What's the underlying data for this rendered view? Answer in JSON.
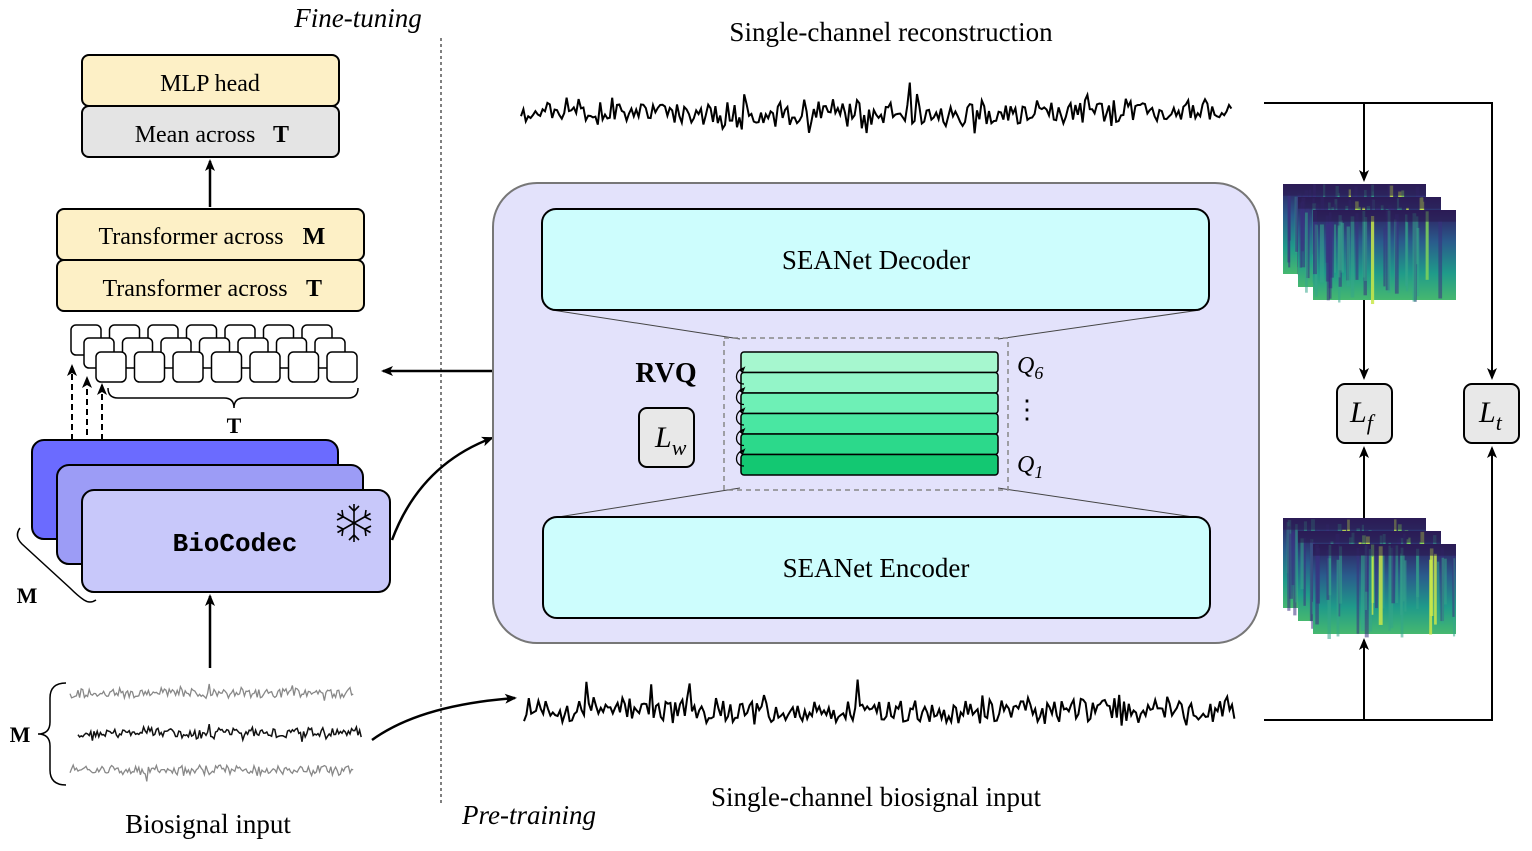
{
  "fine_tuning": {
    "section_label": "Fine-tuning",
    "mlp_head": "MLP head",
    "mean_across": "Mean across",
    "mean_axis": "T",
    "transformer_m": "Transformer across",
    "transformer_m_axis": "M",
    "transformer_t": "Transformer across",
    "transformer_t_axis": "T",
    "tokens_axis": "T",
    "codec_label": "BioCodec",
    "codec_stack_axis": "M",
    "input_axis": "M",
    "input_label": "Biosignal input"
  },
  "pre_training": {
    "section_label": "Pre-training",
    "reconstruction_label": "Single-channel reconstruction",
    "decoder_label": "SEANet Decoder",
    "encoder_label": "SEANet Encoder",
    "rvq_label": "RVQ",
    "quantizer_top": "Q",
    "quantizer_top_sub": "6",
    "quantizer_dots": "⋮",
    "quantizer_bottom": "Q",
    "quantizer_bottom_sub": "1",
    "loss_w": "L",
    "loss_w_sub": "w",
    "loss_f": "L",
    "loss_f_sub": "f",
    "loss_t": "L",
    "loss_t_sub": "t",
    "input_label": "Single-channel biosignal input"
  },
  "colors": {
    "cream": "#fdf0c6",
    "gray_box": "#e4e4e4",
    "codec_back": "#6b6bff",
    "codec_mid": "#9c9cf6",
    "codec_front": "#c8c8fa",
    "panel": "#e3e2fb",
    "seanet": "#cdfdfd",
    "codebook_light": "#a6f7cf",
    "codebook_dark": "#13c872",
    "loss_box": "#e8e8e8"
  },
  "icons": [
    "snowflake-icon",
    "arrow-icon",
    "spectrogram-icon",
    "waveform-icon"
  ]
}
